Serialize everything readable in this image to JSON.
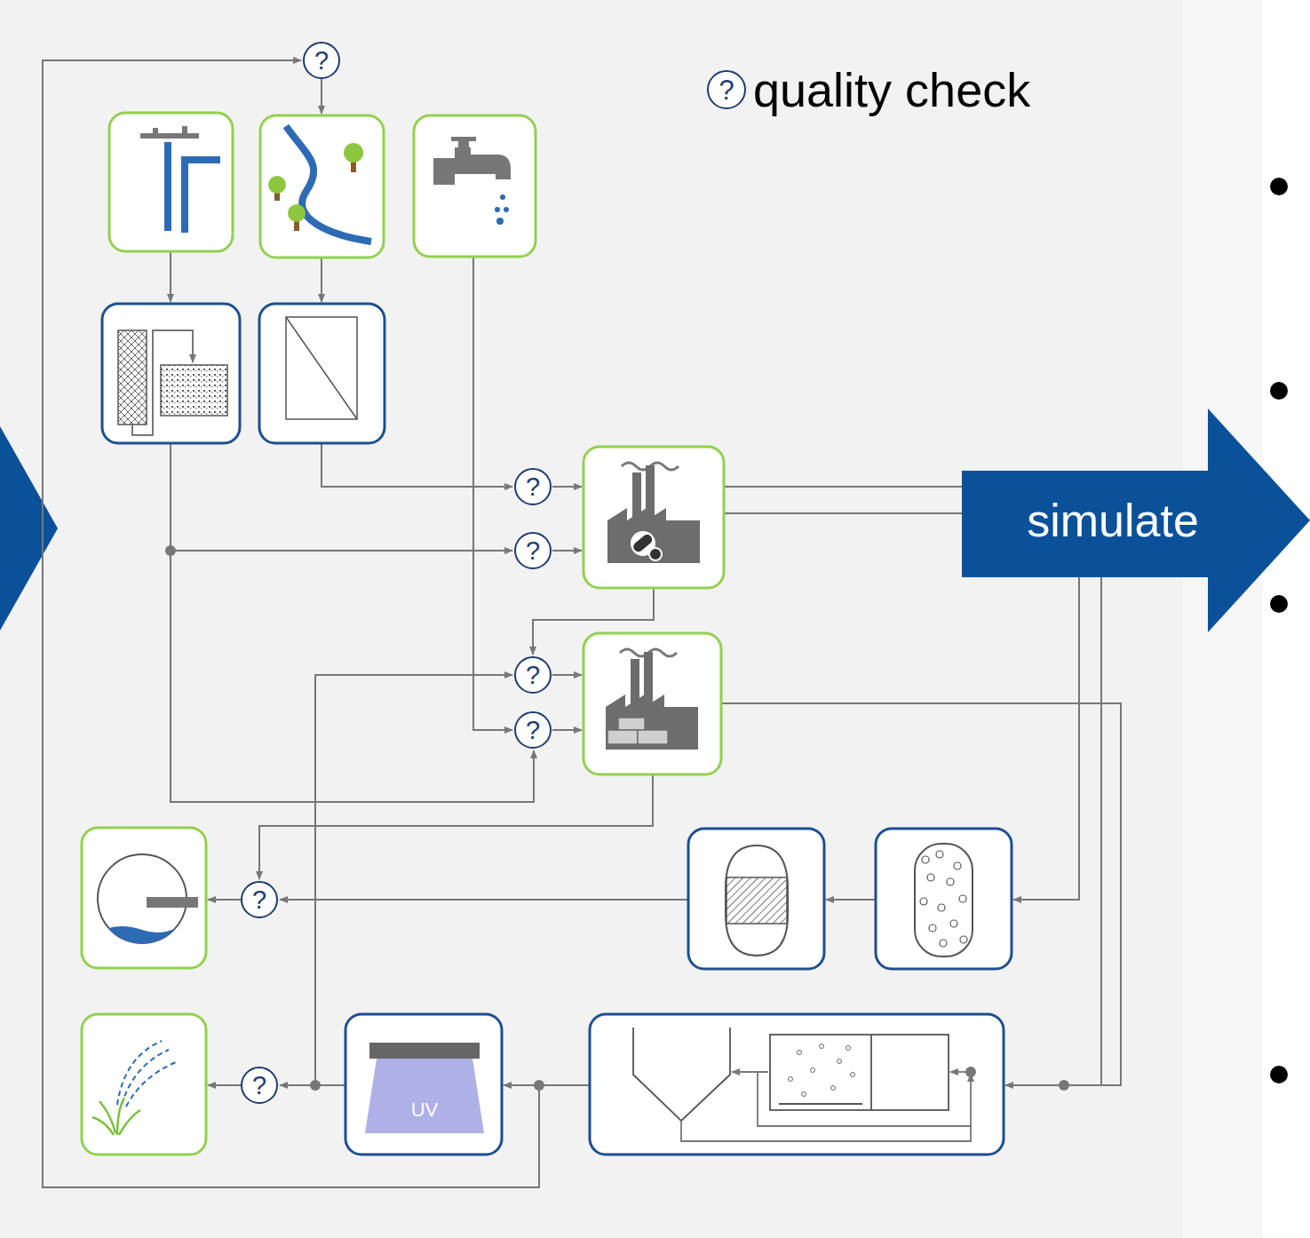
{
  "diagram": {
    "nodes": [
      {
        "text": [
          "?"
        ]
      },
      {
        "text": [
          "?"
        ]
      },
      {
        "text": [
          "simulate"
        ]
      },
      {
        "text": [
          "?"
        ]
      },
      {
        "text": [
          "?"
        ]
      },
      {
        "text": [
          "?"
        ]
      },
      {
        "text": [
          "?"
        ]
      },
      {
        "text": [
          "?"
        ]
      }
    ],
    "labels": [
      "?",
      "UV"
    ],
    "legend": [
      {
        "text": "quality check"
      }
    ]
  }
}
